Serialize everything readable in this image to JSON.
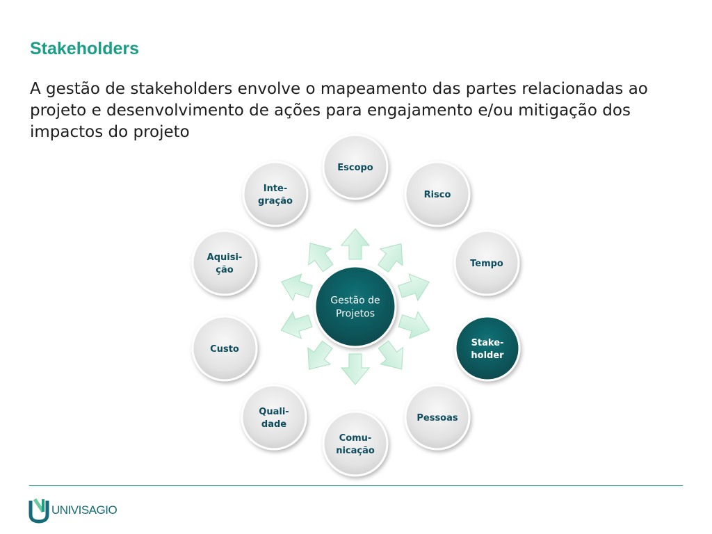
{
  "slide": {
    "title": "Stakeholders",
    "body": "A gestão de stakeholders envolve o mapeamento das partes relacionadas ao projeto e desenvolvimento de ações para engajamento e/ou mitigação dos impactos do projeto"
  },
  "diagram": {
    "center": {
      "lines": [
        "Gestão de",
        "Projetos"
      ]
    },
    "nodes": [
      {
        "id": "escopo",
        "lines": [
          "Escopo"
        ],
        "highlighted": false
      },
      {
        "id": "risco",
        "lines": [
          "Risco"
        ],
        "highlighted": false
      },
      {
        "id": "tempo",
        "lines": [
          "Tempo"
        ],
        "highlighted": false
      },
      {
        "id": "stakeholder",
        "lines": [
          "Stake-",
          "holder"
        ],
        "highlighted": true
      },
      {
        "id": "pessoas",
        "lines": [
          "Pessoas"
        ],
        "highlighted": false
      },
      {
        "id": "comunicacao",
        "lines": [
          "Comu-",
          "nicação"
        ],
        "highlighted": false
      },
      {
        "id": "qualidade",
        "lines": [
          "Quali-",
          "dade"
        ],
        "highlighted": false
      },
      {
        "id": "custo",
        "lines": [
          "Custo"
        ],
        "highlighted": false
      },
      {
        "id": "aquisicao",
        "lines": [
          "Aquisi-",
          "ção"
        ],
        "highlighted": false
      },
      {
        "id": "integracao",
        "lines": [
          "Inte-",
          "gração"
        ],
        "highlighted": false
      }
    ],
    "colors": {
      "center_fill": "#0b5f63",
      "node_fill": "#dcdcdc",
      "highlight_fill": "#0b5f63",
      "arrow_fill": "#d6f3e4",
      "arrow_stroke": "#a9e0c3",
      "title": "#1a9e86"
    }
  },
  "footer": {
    "logo_text": "UNIVISAGIO",
    "logo_icon": "univisagio-logo-icon"
  }
}
